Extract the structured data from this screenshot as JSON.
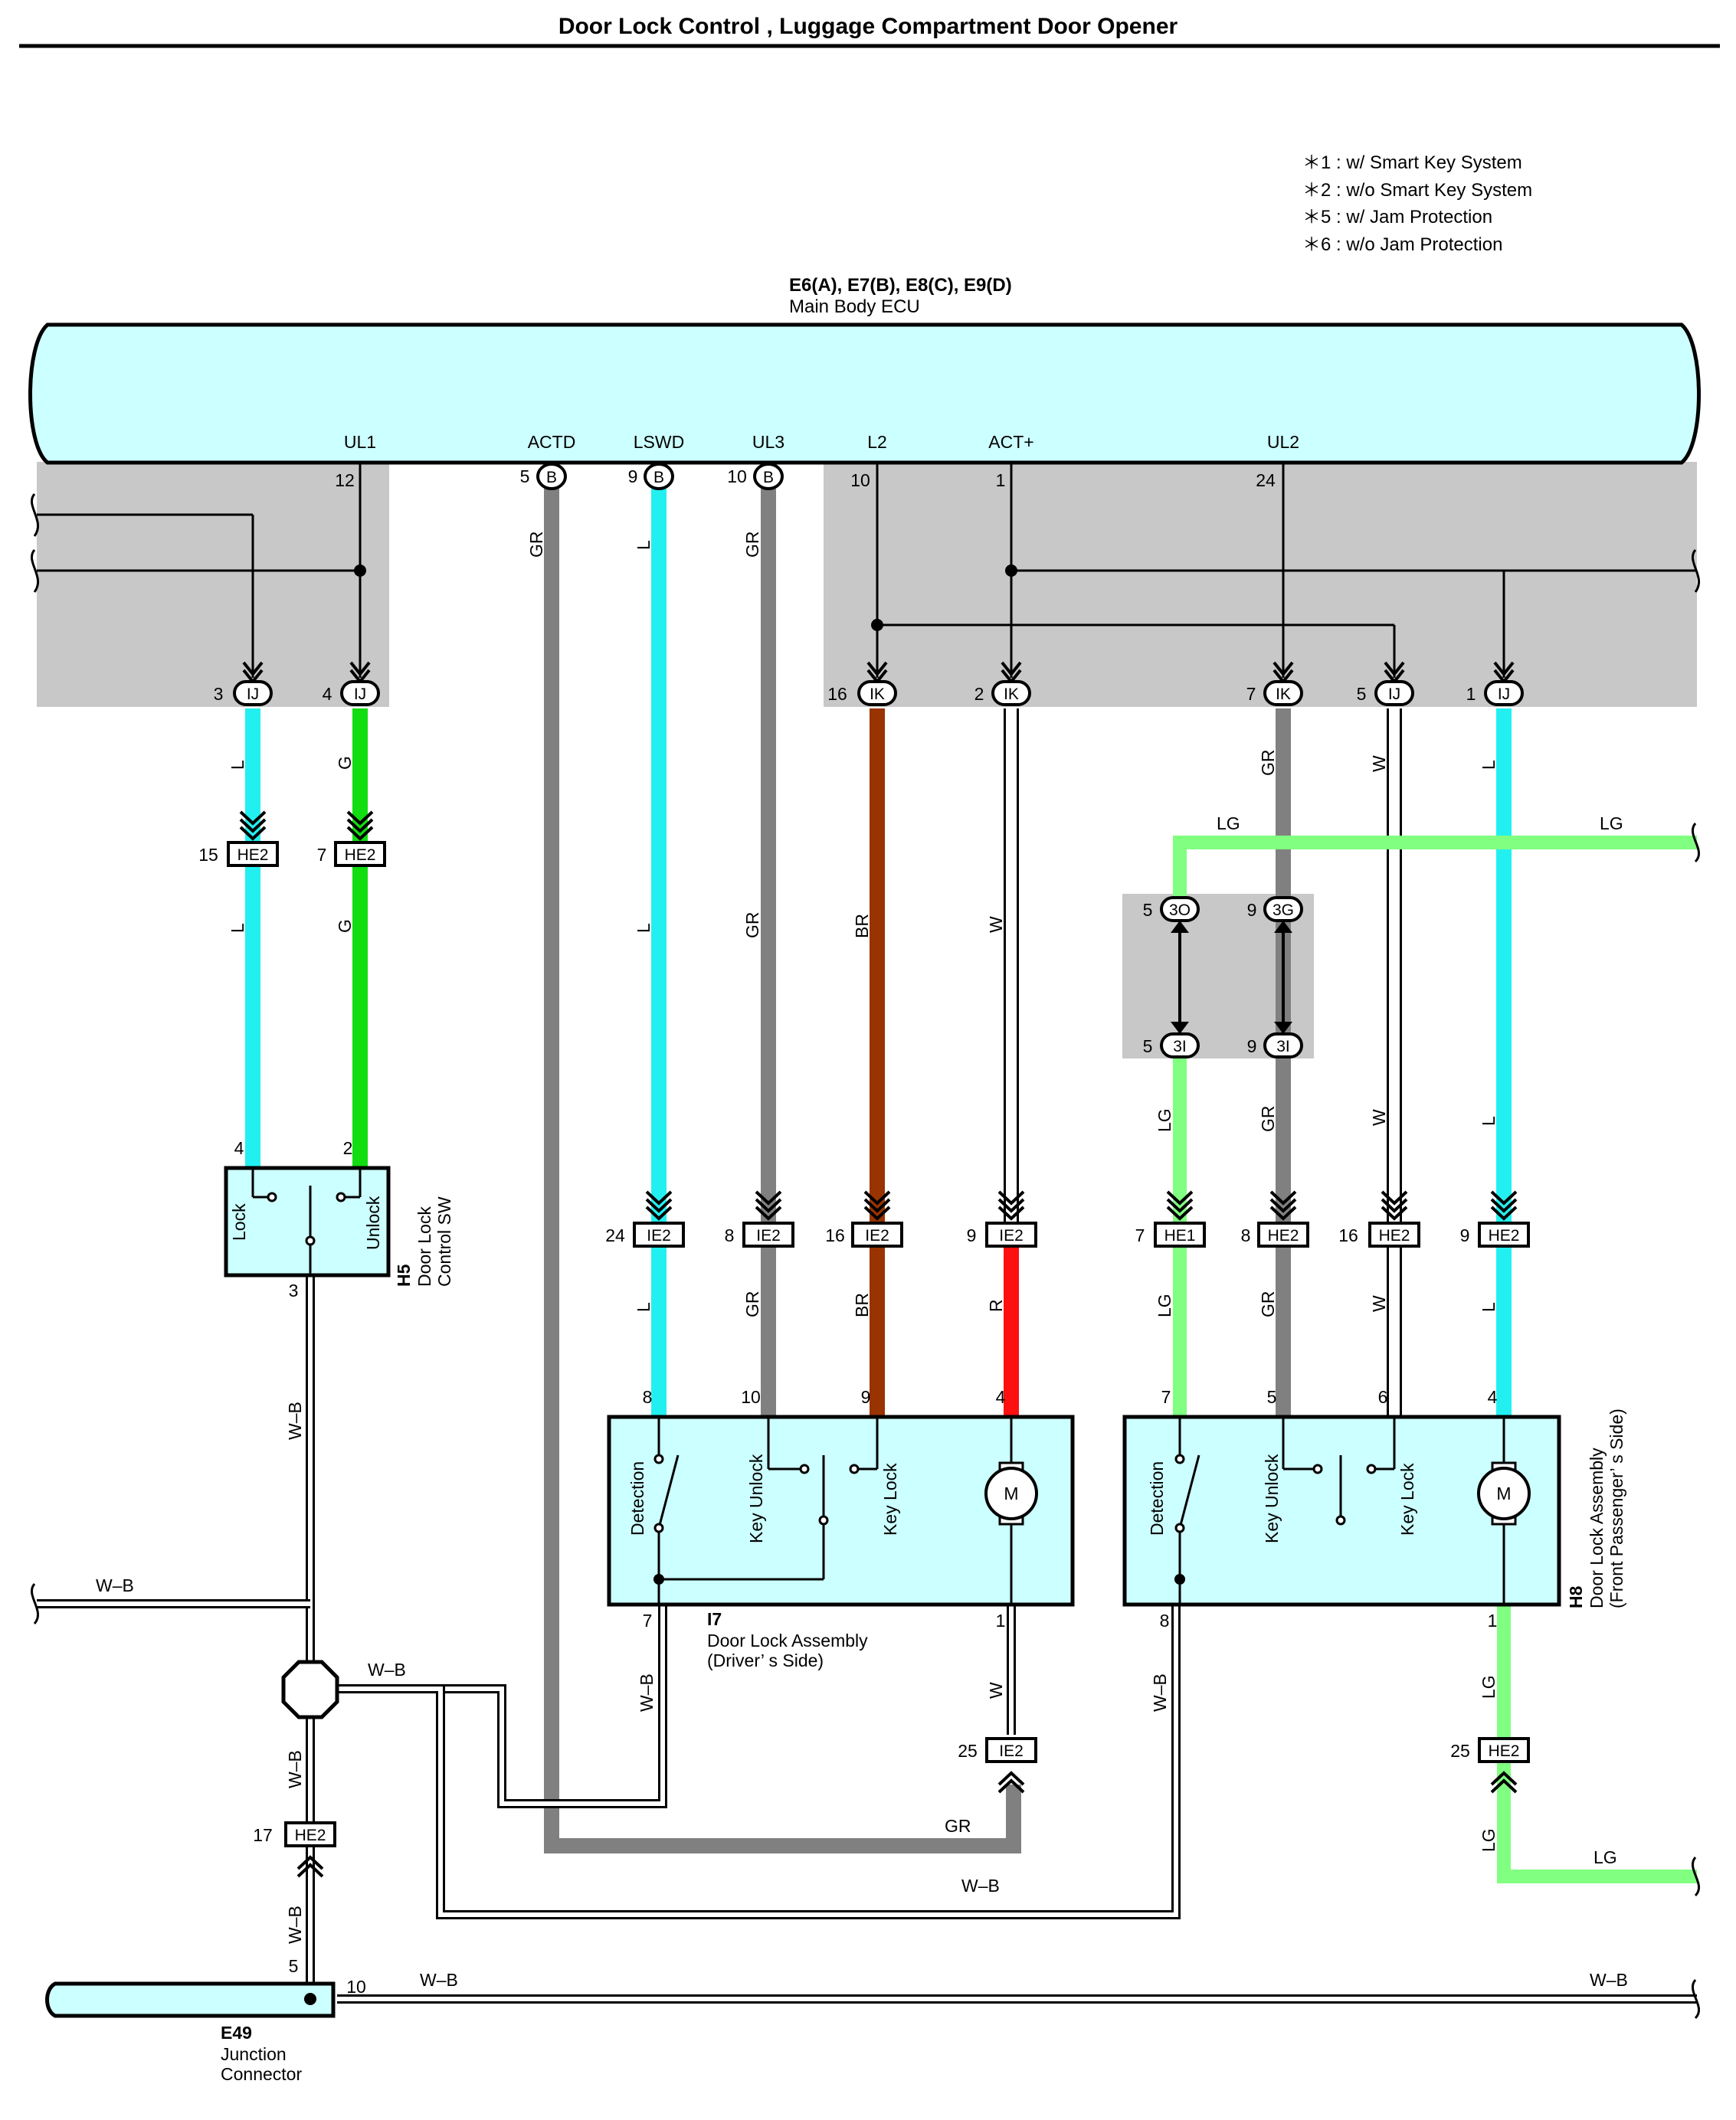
{
  "title": "Door Lock Control , Luggage Compartment Door Opener",
  "legend": {
    "items": [
      "＊1 : w/ Smart Key System",
      "＊2 : w/o Smart Key System",
      "＊5 : w/ Jam Protection",
      "＊6 : w/o Jam Protection"
    ]
  },
  "ecu": {
    "code": "E6(A), E7(B), E8(C), E9(D)",
    "name": "Main Body ECU",
    "terminals": [
      "UL1",
      "ACTD",
      "LSWD",
      "UL3",
      "L2",
      "ACT+",
      "UL2"
    ]
  },
  "colors": {
    "L": "#22f0f0",
    "G": "#11dd11",
    "GR": "#808080",
    "BR": "#993300",
    "R": "#ff1010",
    "LG": "#80ff80",
    "W": "#ffffff",
    "ecu_fill": "#ccffff",
    "junction_fill": "#c8c8c8"
  },
  "connectors": {
    "IJ": "IJ",
    "IK": "IK",
    "B": "B",
    "HE2": "HE2",
    "HE1": "HE1",
    "IE2": "IE2",
    "3O": "3O",
    "3G": "3G",
    "3I": "3I"
  },
  "pins": {
    "p12": "12",
    "p5": "5",
    "p9": "9",
    "p10": "10",
    "p1": "1",
    "p24": "24",
    "p3": "3",
    "p4": "4",
    "p16": "16",
    "p2": "2",
    "p7": "7",
    "p15": "15",
    "p8": "8",
    "p6": "6",
    "p25": "25",
    "p17": "17"
  },
  "wires": {
    "L": "L",
    "G": "G",
    "GR": "GR",
    "BR": "BR",
    "W": "W",
    "R": "R",
    "LG": "LG",
    "WB": "W–B"
  },
  "components": {
    "h5": {
      "code": "H5",
      "name_line1": "Door Lock",
      "name_line2": "Control SW",
      "lock": "Lock",
      "unlock": "Unlock"
    },
    "i7": {
      "code": "I7",
      "name_line1": "Door Lock Assembly",
      "name_line2": "(Driver’ s Side)"
    },
    "h8": {
      "code": "H8",
      "name_line1": "Door Lock Assembly",
      "name_line2": "(Front Passenger’ s Side)"
    },
    "e49": {
      "code": "E49",
      "name_line1": "Junction",
      "name_line2": "Connector"
    },
    "switch_labels": {
      "detection": "Detection",
      "key_unlock": "Key Unlock",
      "key_lock": "Key Lock"
    },
    "motor": "M"
  }
}
